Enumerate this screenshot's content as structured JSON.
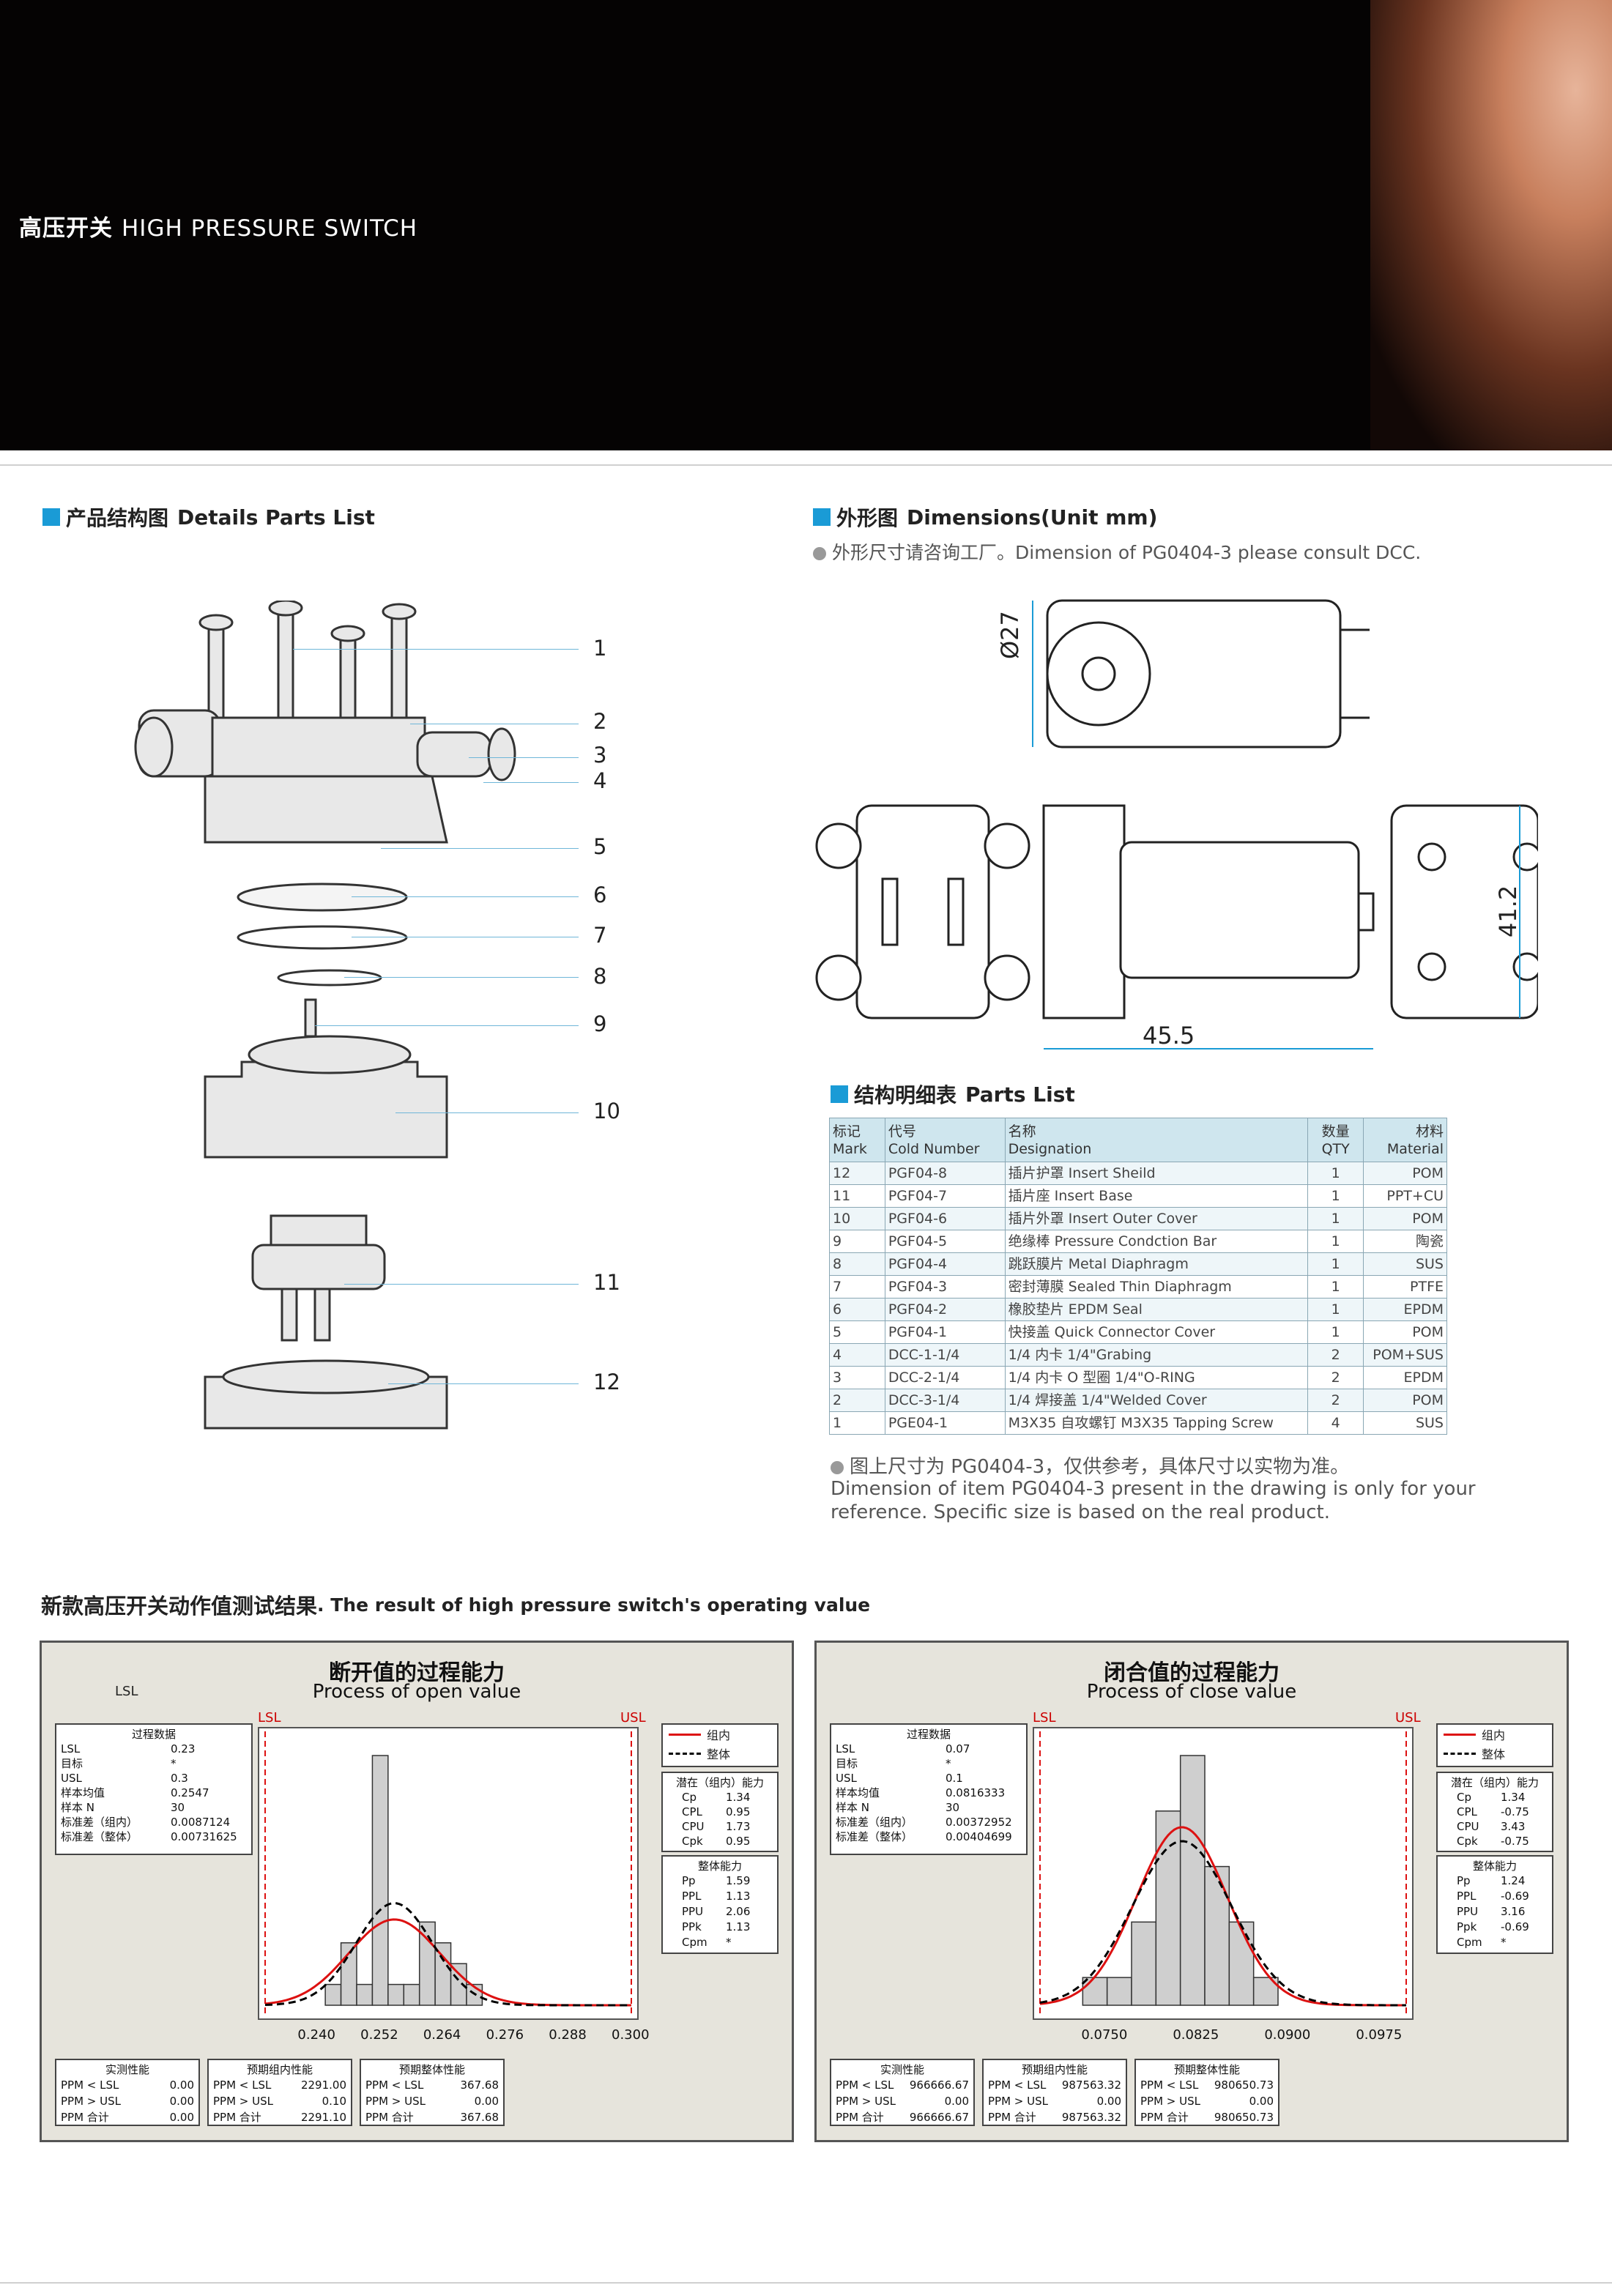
{
  "banner": {
    "title_cn": "高压开关",
    "title_en": "HIGH PRESSURE SWITCH"
  },
  "details": {
    "title_cn": "产品结构图",
    "title_en": "Details Parts List",
    "labels": [
      "1",
      "2",
      "3",
      "4",
      "5",
      "6",
      "7",
      "8",
      "9",
      "10",
      "11",
      "12"
    ]
  },
  "dimensions": {
    "title_cn": "外形图",
    "title_en": "Dimensions(Unit mm)",
    "note": "外形尺寸请咨询工厂。Dimension of PG0404-3 please consult DCC.",
    "d27": "Ø27",
    "d412": "41.2",
    "d455": "45.5"
  },
  "parts_list": {
    "title_cn": "结构明细表",
    "title_en": "Parts List",
    "headers": [
      [
        "标记",
        "Mark"
      ],
      [
        "代号",
        "Cold Number"
      ],
      [
        "名称",
        "Designation"
      ],
      [
        "数量",
        "QTY"
      ],
      [
        "材料",
        "Material"
      ]
    ],
    "rows": [
      [
        "12",
        "PGF04-8",
        "插片护罩 Insert Sheild",
        "1",
        "POM"
      ],
      [
        "11",
        "PGF04-7",
        "插片座 Insert Base",
        "1",
        "PPT+CU"
      ],
      [
        "10",
        "PGF04-6",
        "插片外罩 Insert Outer Cover",
        "1",
        "POM"
      ],
      [
        "9",
        "PGF04-5",
        "绝缘棒 Pressure Condction Bar",
        "1",
        "陶瓷"
      ],
      [
        "8",
        "PGF04-4",
        "跳跃膜片 Metal Diaphragm",
        "1",
        "SUS"
      ],
      [
        "7",
        "PGF04-3",
        "密封薄膜 Sealed Thin Diaphragm",
        "1",
        "PTFE"
      ],
      [
        "6",
        "PGF04-2",
        "橡胶垫片 EPDM Seal",
        "1",
        "EPDM"
      ],
      [
        "5",
        "PGF04-1",
        "快接盖 Quick Connector Cover",
        "1",
        "POM"
      ],
      [
        "4",
        "DCC-1-1/4",
        "1/4 内卡 1/4\"Grabing",
        "2",
        "POM+SUS"
      ],
      [
        "3",
        "DCC-2-1/4",
        "1/4 内卡 O 型圈 1/4\"O-RING",
        "2",
        "EPDM"
      ],
      [
        "2",
        "DCC-3-1/4",
        "1/4 焊接盖 1/4\"Welded Cover",
        "2",
        "POM"
      ],
      [
        "1",
        "PGE04-1",
        "M3X35 自攻螺钉 M3X35 Tapping Screw",
        "4",
        "SUS"
      ]
    ],
    "note1": "图上尺寸为 PG0404-3，仅供参考，具体尺寸以实物为准。",
    "note2": "Dimension of item PG0404-3 present in the drawing is only for your",
    "note3": "reference. Specific size is based on the real product."
  },
  "results": {
    "title_cn": "新款高压开关动作值测试结果",
    "title_en": ". The result of high pressure switch's operating value"
  },
  "panels": [
    {
      "title": "断开值的过程能力",
      "subtitle": "Process of open value",
      "lsl_top": "LSL",
      "lsl": "LSL",
      "usl": "USL",
      "stats_title": "过程数据",
      "stats": [
        [
          "LSL",
          "0.23"
        ],
        [
          "目标",
          "*"
        ],
        [
          "USL",
          "0.3"
        ],
        [
          "样本均值",
          "0.2547"
        ],
        [
          "样本 N",
          "30"
        ],
        [
          "标准差（组内）",
          "0.0087124"
        ],
        [
          "标准差（整体）",
          "0.00731625"
        ]
      ],
      "legend": [
        "组内",
        "整体"
      ],
      "within_title": "潜在（组内）能力",
      "within": [
        [
          "Cp",
          "1.34"
        ],
        [
          "CPL",
          "0.95"
        ],
        [
          "CPU",
          "1.73"
        ],
        [
          "Cpk",
          "0.95"
        ]
      ],
      "overall_title": "整体能力",
      "overall": [
        [
          "Pp",
          "1.59"
        ],
        [
          "PPL",
          "1.13"
        ],
        [
          "PPU",
          "2.06"
        ],
        [
          "PPk",
          "1.13"
        ],
        [
          "Cpm",
          "*"
        ]
      ],
      "perf": [
        {
          "title": "实测性能",
          "rows": [
            [
              "PPM < LSL",
              "0.00"
            ],
            [
              "PPM > USL",
              "0.00"
            ],
            [
              "PPM 合计",
              "0.00"
            ]
          ]
        },
        {
          "title": "预期组内性能",
          "rows": [
            [
              "PPM < LSL",
              "2291.00"
            ],
            [
              "PPM > USL",
              "0.10"
            ],
            [
              "PPM 合计",
              "2291.10"
            ]
          ]
        },
        {
          "title": "预期整体性能",
          "rows": [
            [
              "PPM < LSL",
              "367.68"
            ],
            [
              "PPM > USL",
              "0.00"
            ],
            [
              "PPM 合计",
              "367.68"
            ]
          ]
        }
      ]
    },
    {
      "title": "闭合值的过程能力",
      "subtitle": "Process of close value",
      "lsl_top": "",
      "lsl": "LSL",
      "usl": "USL",
      "stats_title": "过程数据",
      "stats": [
        [
          "LSL",
          "0.07"
        ],
        [
          "目标",
          "*"
        ],
        [
          "USL",
          "0.1"
        ],
        [
          "样本均值",
          "0.0816333"
        ],
        [
          "样本 N",
          "30"
        ],
        [
          "标准差（组内）",
          "0.00372952"
        ],
        [
          "标准差（整体）",
          "0.00404699"
        ]
      ],
      "legend": [
        "组内",
        "整体"
      ],
      "within_title": "潜在（组内）能力",
      "within": [
        [
          "Cp",
          "1.34"
        ],
        [
          "CPL",
          "-0.75"
        ],
        [
          "CPU",
          "3.43"
        ],
        [
          "Cpk",
          "-0.75"
        ]
      ],
      "overall_title": "整体能力",
      "overall": [
        [
          "Pp",
          "1.24"
        ],
        [
          "PPL",
          "-0.69"
        ],
        [
          "PPU",
          "3.16"
        ],
        [
          "Ppk",
          "-0.69"
        ],
        [
          "Cpm",
          "*"
        ]
      ],
      "perf": [
        {
          "title": "实测性能",
          "rows": [
            [
              "PPM < LSL",
              "966666.67"
            ],
            [
              "PPM > USL",
              "0.00"
            ],
            [
              "PPM 合计",
              "966666.67"
            ]
          ]
        },
        {
          "title": "预期组内性能",
          "rows": [
            [
              "PPM < LSL",
              "987563.32"
            ],
            [
              "PPM > USL",
              "0.00"
            ],
            [
              "PPM 合计",
              "987563.32"
            ]
          ]
        },
        {
          "title": "预期整体性能",
          "rows": [
            [
              "PPM < LSL",
              "980650.73"
            ],
            [
              "PPM > USL",
              "0.00"
            ],
            [
              "PPM 合计",
              "980650.73"
            ]
          ]
        }
      ]
    }
  ],
  "chart_data": [
    {
      "type": "bar",
      "title": "Process of open value",
      "ticks": [
        "0.240",
        "0.252",
        "0.264",
        "0.276",
        "0.288",
        "0.300"
      ],
      "bin_edges": [
        0.2415,
        0.2445,
        0.2475,
        0.2505,
        0.2535,
        0.2565,
        0.2595,
        0.2625,
        0.2655,
        0.2685,
        0.2715,
        0.2745
      ],
      "counts": [
        1,
        3,
        1,
        12,
        1,
        1,
        4,
        3,
        2,
        1,
        0,
        0
      ],
      "xlim": [
        0.23,
        0.3
      ],
      "lsl": 0.23,
      "usl": 0.3,
      "mean": 0.2547,
      "sd_within": 0.0087124,
      "sd_overall": 0.00731625,
      "n": 30
    },
    {
      "type": "bar",
      "title": "Process of close value",
      "ticks": [
        "0.0750",
        "0.0825",
        "0.0900",
        "0.0975"
      ],
      "bin_edges": [
        0.0735,
        0.0755,
        0.0775,
        0.0795,
        0.0815,
        0.0835,
        0.0855,
        0.0875,
        0.0895
      ],
      "counts": [
        1,
        1,
        3,
        7,
        9,
        5,
        3,
        1
      ],
      "xlim": [
        0.07,
        0.1
      ],
      "lsl": 0.07,
      "usl": 0.1,
      "mean": 0.0816333,
      "sd_within": 0.00372952,
      "sd_overall": 0.00404699,
      "n": 30
    }
  ]
}
